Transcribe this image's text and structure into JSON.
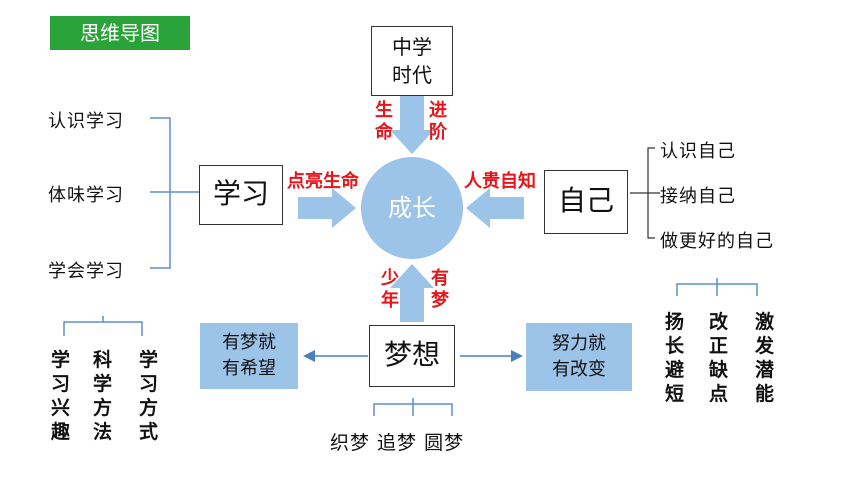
{
  "title": "思维导图",
  "center": "成长",
  "top_box": {
    "line1": "中学",
    "line2": "时代"
  },
  "left_box": "学习",
  "right_box": "自己",
  "bottom_box": "梦想",
  "arrow_labels": {
    "top_left": [
      "生",
      "命"
    ],
    "top_right": [
      "进",
      "阶"
    ],
    "left": "点亮生命",
    "right": "人贵自知",
    "bottom_left": [
      "少",
      "年"
    ],
    "bottom_right": [
      "有",
      "梦"
    ]
  },
  "left_items": [
    "认识学习",
    "体味学习",
    "学会学习"
  ],
  "right_items": [
    "认识自己",
    "接纳自己",
    "做更好的自己"
  ],
  "dream_left": {
    "line1": "有梦就",
    "line2": "有希望"
  },
  "dream_right": {
    "line1": "努力就",
    "line2": "有改变"
  },
  "dream_items": "织梦 追梦 圆梦",
  "study_cols": [
    [
      "学",
      "习",
      "兴",
      "趣"
    ],
    [
      "科",
      "学",
      "方",
      "法"
    ],
    [
      "学",
      "习",
      "方",
      "式"
    ]
  ],
  "self_cols": [
    [
      "扬",
      "长",
      "避",
      "短"
    ],
    [
      "改",
      "正",
      "缺",
      "点"
    ],
    [
      "激",
      "发",
      "潜",
      "能"
    ]
  ],
  "colors": {
    "accent_green": "#2aa33a",
    "node_blue": "#9cc3e8",
    "label_red": "#e8141a",
    "line_blue": "#6f9fd0"
  }
}
